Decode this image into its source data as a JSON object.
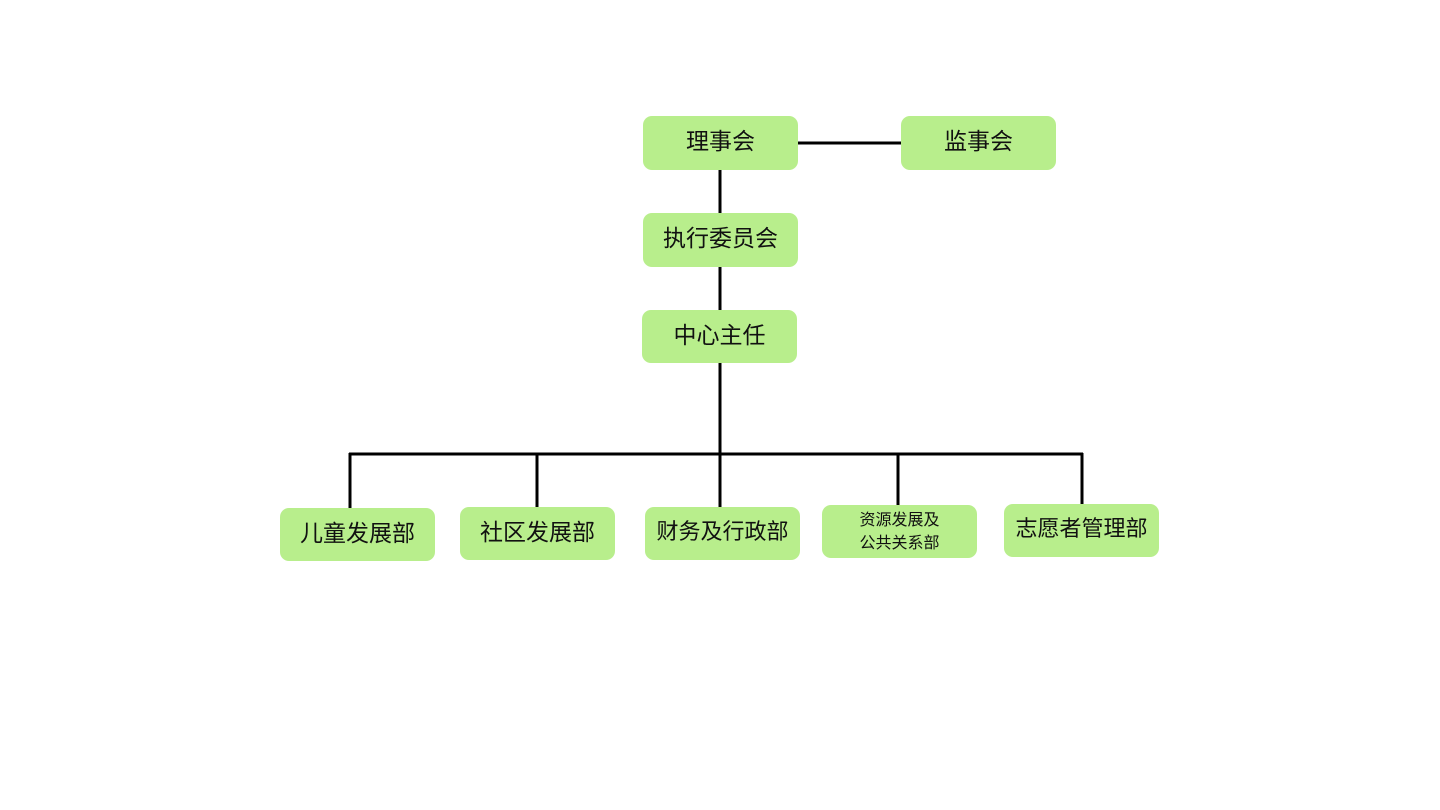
{
  "org_chart": {
    "board": "理事会",
    "supervisory_board": "监事会",
    "executive_committee": "执行委员会",
    "center_director": "中心主任",
    "departments": [
      "儿童发展部",
      "社区发展部",
      "财务及行政部",
      "资源发展及",
      "志愿者管理部"
    ],
    "resource_dept_line2": "公共关系部"
  },
  "colors": {
    "node_fill": "#b8ee8c",
    "line": "#000000",
    "background": "#ffffff"
  }
}
